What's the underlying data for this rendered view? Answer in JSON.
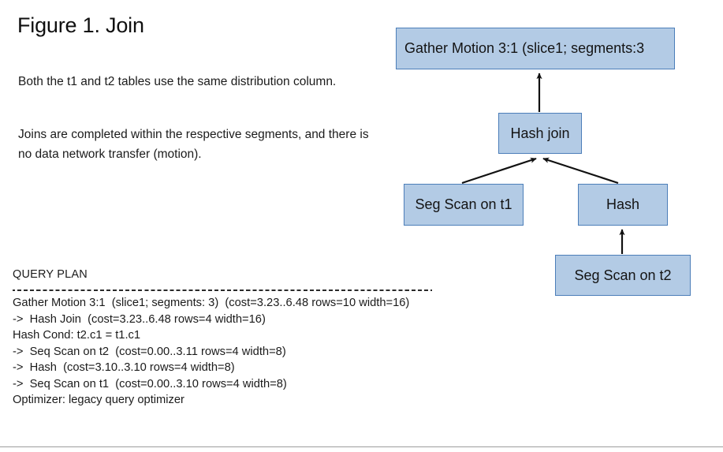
{
  "figure": {
    "title": "Figure 1. Join"
  },
  "description": {
    "paragraph_1": "Both the t1 and t2 tables use the same distribution column.",
    "paragraph_2": "Joins are completed within the respective segments, and there is no data network transfer (motion)."
  },
  "diagram": {
    "nodes": [
      {
        "id": "gather",
        "label": "Gather Motion 3:1 (slice1; segments:3"
      },
      {
        "id": "hashjoin",
        "label": "Hash join"
      },
      {
        "id": "segscan1",
        "label": "Seg Scan on t1"
      },
      {
        "id": "hash",
        "label": "Hash"
      },
      {
        "id": "segscan2",
        "label": "Seg Scan on t2"
      }
    ],
    "edges": [
      {
        "from": "hashjoin",
        "to": "gather"
      },
      {
        "from": "segscan1",
        "to": "hashjoin"
      },
      {
        "from": "hash",
        "to": "hashjoin"
      },
      {
        "from": "segscan2",
        "to": "hash"
      }
    ],
    "colors": {
      "node_fill": "#b3cbe5",
      "node_border": "#4c7eb9",
      "edge": "#111111"
    }
  },
  "query_plan": {
    "heading": "QUERY PLAN",
    "rule": "----------------------------------------------------------------------",
    "lines": [
      "Gather Motion 3:1  (slice1; segments: 3)  (cost=3.23..6.48 rows=10 width=16)",
      "->  Hash Join  (cost=3.23..6.48 rows=4 width=16)",
      "Hash Cond: t2.c1 = t1.c1",
      "->  Seq Scan on t2  (cost=0.00..3.11 rows=4 width=8)",
      "->  Hash  (cost=3.10..3.10 rows=4 width=8)",
      "->  Seq Scan on t1  (cost=0.00..3.10 rows=4 width=8)",
      "Optimizer: legacy query optimizer"
    ]
  }
}
